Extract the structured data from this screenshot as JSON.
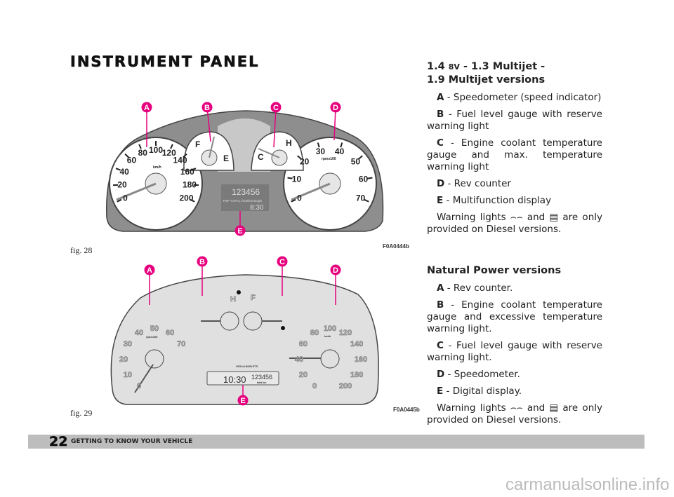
{
  "title": "INSTRUMENT PANEL",
  "accent_color": "#e6007e",
  "fig28": {
    "caption": "fig. 28",
    "code": "F0A0444b",
    "callouts": [
      "A",
      "B",
      "C",
      "D",
      "E"
    ],
    "speedometer": {
      "unit": "km/h",
      "labels": [
        "0",
        "20",
        "40",
        "60",
        "80",
        "100",
        "120",
        "140",
        "160",
        "180",
        "200"
      ]
    },
    "rev_counter": {
      "unit": "rpmx100",
      "labels": [
        "0",
        "10",
        "20",
        "30",
        "40",
        "50",
        "60",
        "70"
      ]
    },
    "fuel_gauge": {
      "full": "F",
      "empty": "E"
    },
    "temp_gauge": {
      "cold": "C",
      "hot": "H"
    },
    "display": {
      "odometer": "123456",
      "trip": "TRIP TOTAL l/100km/mp/gh",
      "clock": "8:30"
    }
  },
  "fig29": {
    "caption": "fig. 29",
    "code": "F0A0445b",
    "callouts": [
      "A",
      "B",
      "C",
      "D",
      "E"
    ],
    "rev_counter": {
      "unit": "rpmx100",
      "labels": [
        "0",
        "10",
        "20",
        "30",
        "40",
        "50",
        "60",
        "70"
      ]
    },
    "speedometer": {
      "unit": "km/h",
      "labels": [
        "0",
        "20",
        "40",
        "60",
        "80",
        "100",
        "120",
        "140",
        "160",
        "180",
        "200"
      ]
    },
    "temp_gauge": {
      "hot": "H"
    },
    "fuel_gauge": {
      "full": "F"
    },
    "brand": "VEGLIA BORLETTI",
    "display": {
      "clock": "10:30",
      "odometer": "123456",
      "odometer_label": "total km"
    }
  },
  "section1": {
    "heading_a": "1.4",
    "heading_small": "8V",
    "heading_b": " - 1.3 Multijet -",
    "heading_c": "1.9 Multijet versions",
    "items": [
      {
        "key": "A",
        "text": " - Speedometer (speed indicator)"
      },
      {
        "key": "B",
        "text": " - Fuel level gauge with reserve warning light"
      },
      {
        "key": "C",
        "text": " - Engine coolant temperature gauge and max. temperature warning light"
      },
      {
        "key": "D",
        "text": " - Rev counter"
      },
      {
        "key": "E",
        "text": " - Multifunction display"
      }
    ],
    "note_a": "Warning lights ",
    "note_b": " and ",
    "note_c": " are only provided on Diesel versions."
  },
  "section2": {
    "heading": "Natural Power versions",
    "items": [
      {
        "key": "A",
        "text": " - Rev counter."
      },
      {
        "key": "B",
        "text": " - Engine coolant temperature gauge and excessive temperature warning light."
      },
      {
        "key": "C",
        "text": " - Fuel level gauge with reserve warning light."
      },
      {
        "key": "D",
        "text": " - Speedometer."
      },
      {
        "key": "E",
        "text": " - Digital display."
      }
    ],
    "note_a": "Warning lights ",
    "note_b": " and ",
    "note_c": " are only provided on Diesel versions."
  },
  "footer": {
    "page": "22",
    "section": "GETTING TO KNOW YOUR VEHICLE"
  },
  "watermark": "carmanualsonline.info"
}
